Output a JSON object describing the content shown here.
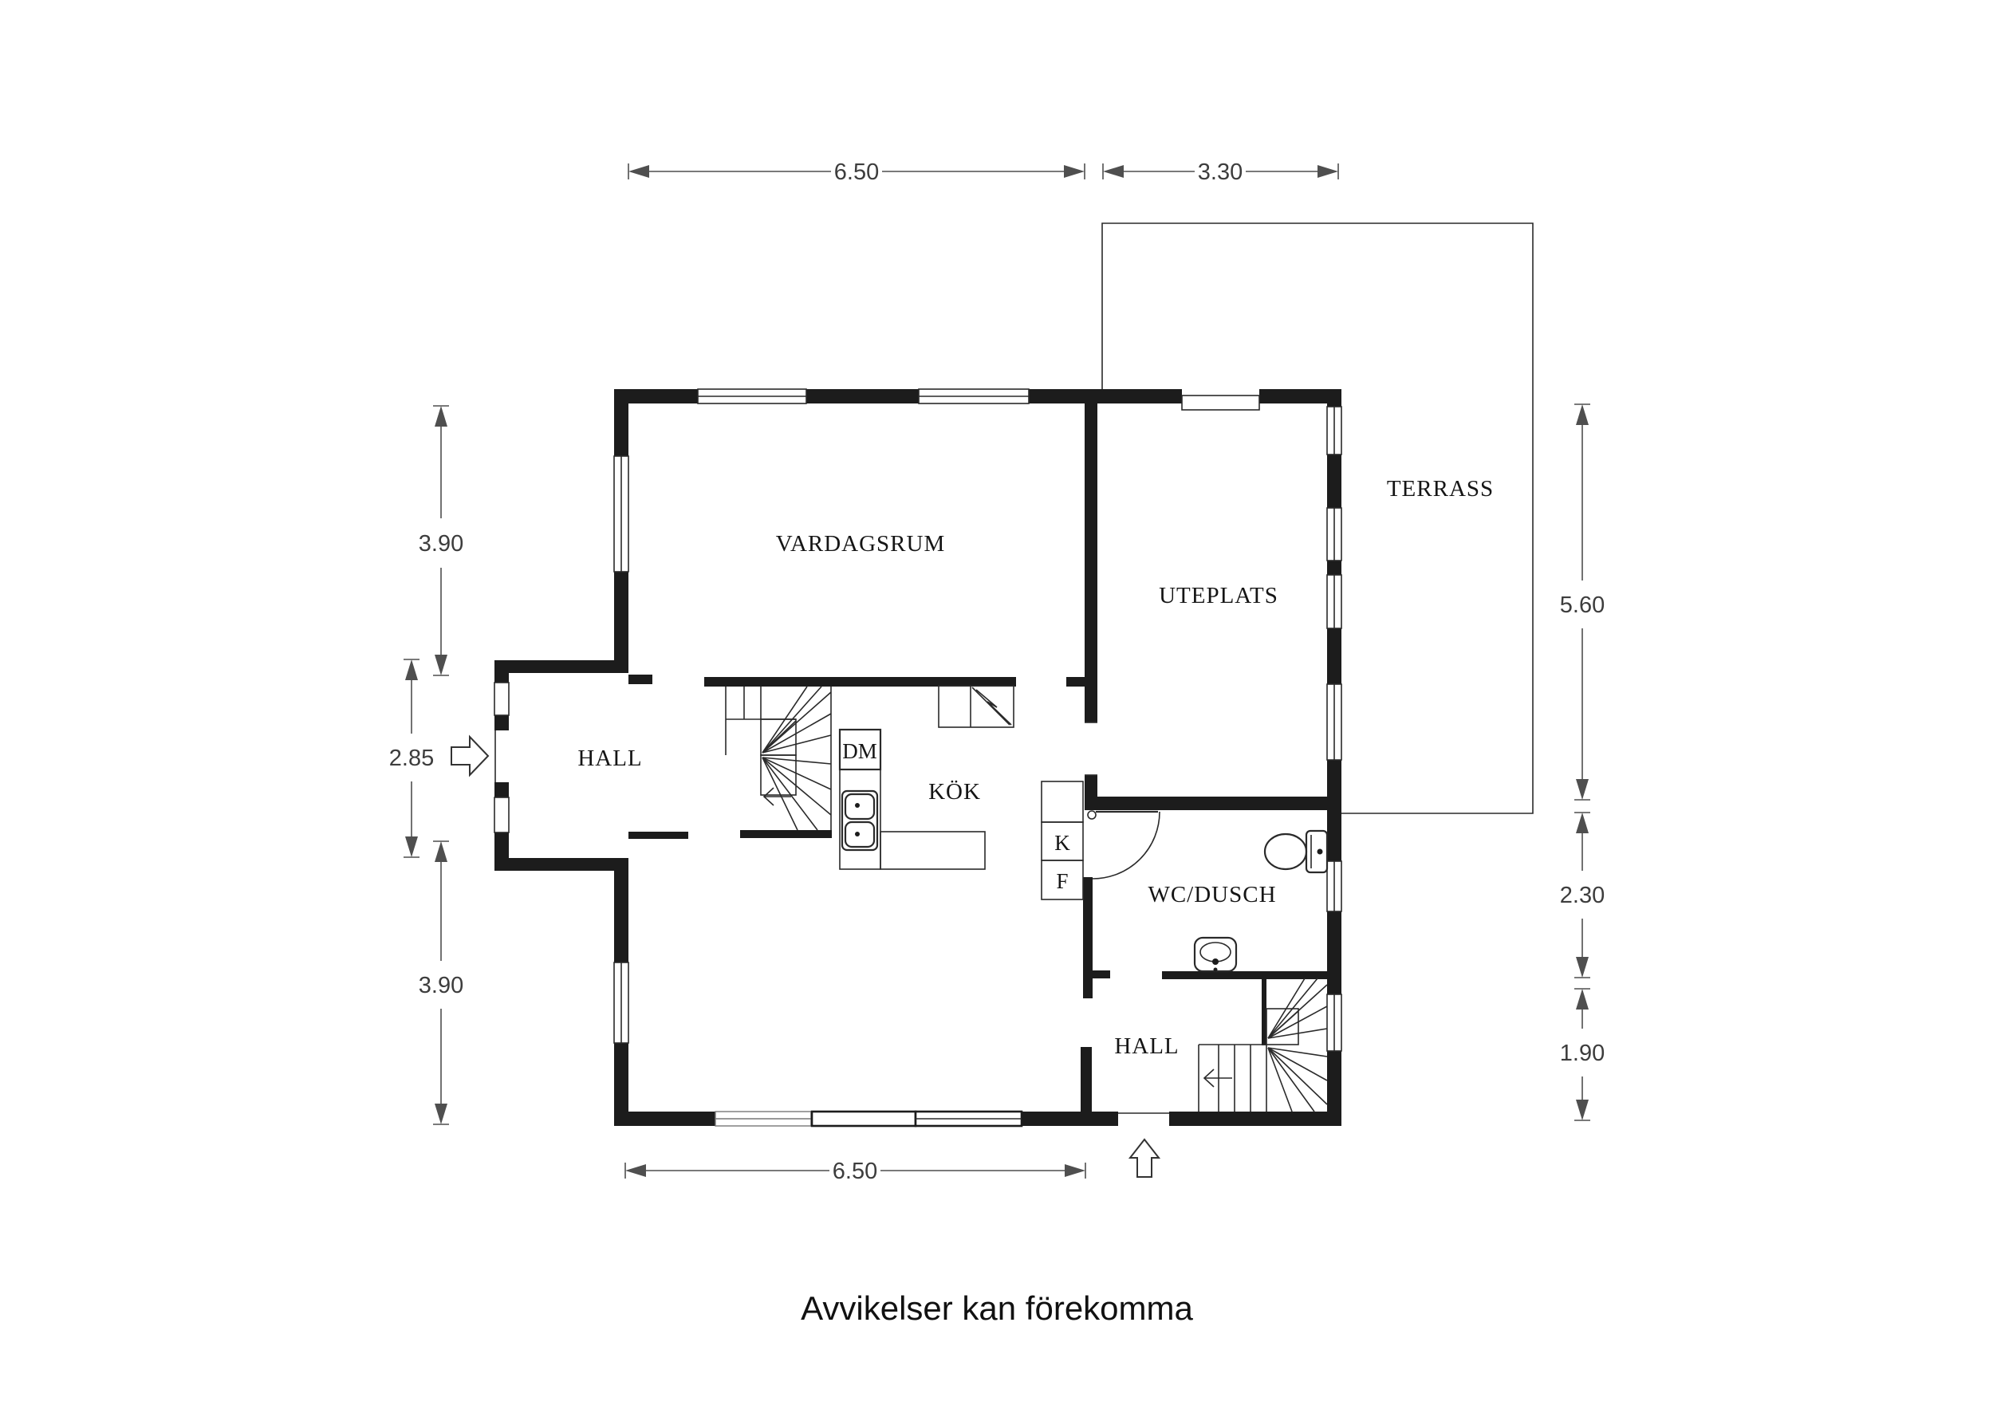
{
  "title": "floor-plan",
  "rooms": {
    "vardagsrum": {
      "label": "VARDAGSRUM"
    },
    "uteplats": {
      "label": "UTEPLATS"
    },
    "terrass": {
      "label": "TERRASS"
    },
    "hall_upper": {
      "label": "HALL"
    },
    "kok": {
      "label": "KÖK"
    },
    "wc": {
      "label": "WC/DUSCH"
    },
    "hall_lower": {
      "label": "HALL"
    }
  },
  "appliances": {
    "dishwasher": "DM",
    "fridge": "K",
    "freezer": "F"
  },
  "dimensions": {
    "top_main": "6.50",
    "top_uteplats": "3.30",
    "left_upper": "3.90",
    "left_entrance": "2.85",
    "left_lower": "3.90",
    "right_terrass": "5.60",
    "right_wc": "2.30",
    "right_stair": "1.90",
    "bottom_main": "6.50"
  },
  "note": "Avvikelser kan förekomma",
  "colors": {
    "background": "#ffffff",
    "walls": "#1c1c1c",
    "dimensions": "#4f4f4f",
    "text": "#151515"
  }
}
